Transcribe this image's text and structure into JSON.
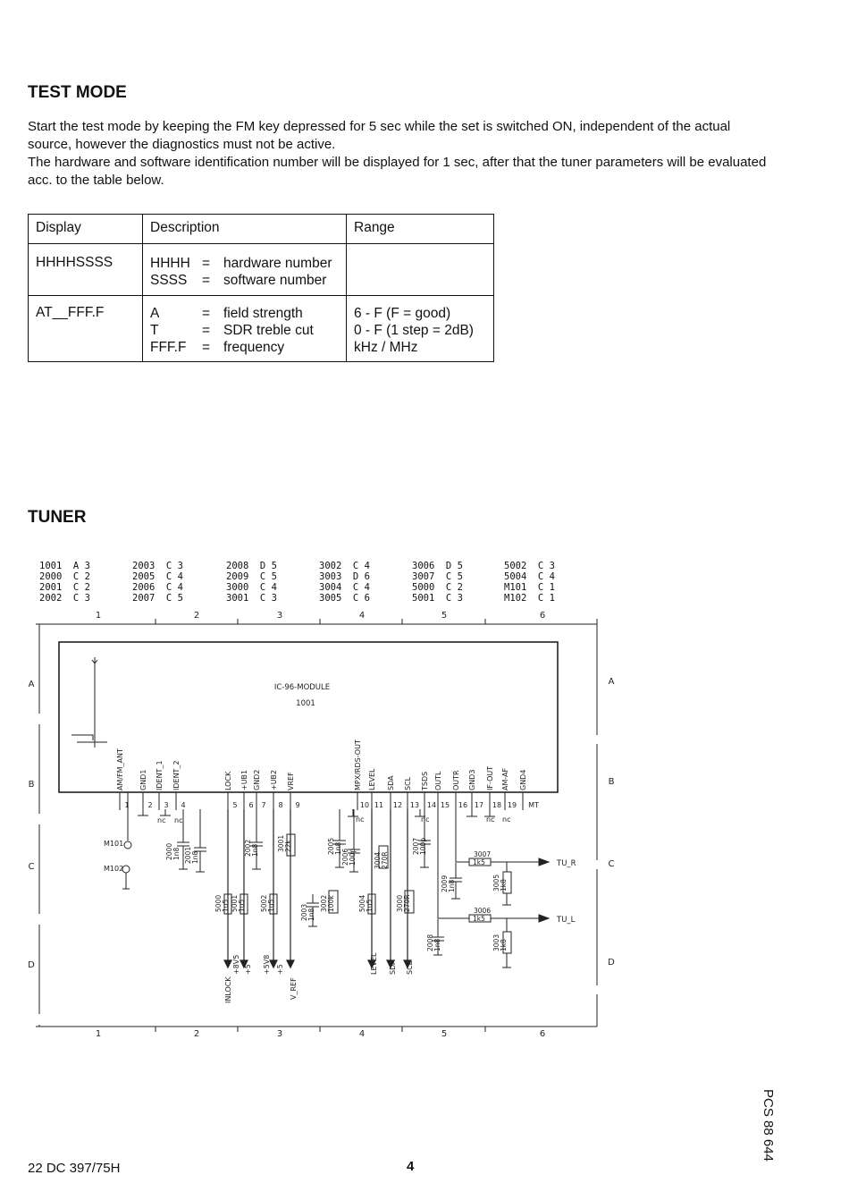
{
  "test_mode": {
    "heading": "TEST MODE",
    "paragraph1": "Start the test mode by keeping the FM key depressed for 5 sec while the set is switched ON, independent of the actual source, however the diagnostics must not be active.",
    "paragraph2": "The hardware and software identification number will be displayed for 1 sec, after that the tuner parameters will be evaluated acc. to the table below."
  },
  "table": {
    "headers": [
      "Display",
      "Description",
      "Range"
    ],
    "rows": [
      {
        "display": "HHHHSSSS",
        "desc": [
          {
            "k": "HHHH",
            "e": "=",
            "v": "hardware number"
          },
          {
            "k": "SSSS",
            "e": "=",
            "v": "software number"
          }
        ],
        "range": []
      },
      {
        "display": "AT__FFF.F",
        "desc": [
          {
            "k": "A",
            "e": "=",
            "v": "field strength"
          },
          {
            "k": "T",
            "e": "=",
            "v": "SDR treble cut"
          },
          {
            "k": "FFF.F",
            "e": "=",
            "v": "frequency"
          }
        ],
        "range": [
          "6 - F (F = good)",
          "0 - F (1 step = 2dB)",
          "kHz / MHz"
        ]
      }
    ]
  },
  "tuner": {
    "heading": "TUNER",
    "refs": [
      [
        "1001  A 3",
        "2000  C 2",
        "2001  C 2",
        "2002  C 3"
      ],
      [
        "2003  C 3",
        "2005  C 4",
        "2006  C 4",
        "2007  C 5"
      ],
      [
        "2008  D 5",
        "2009  C 5",
        "3000  C 4",
        "3001  C 3"
      ],
      [
        "3002  C 4",
        "3003  D 6",
        "3004  C 4",
        "3005  C 6"
      ],
      [
        "3006  D 5",
        "3007  C 5",
        "5000  C 2",
        "5001  C 3"
      ],
      [
        "5002  C 3",
        "5004  C 4",
        "M101  C 1",
        "M102  C 1"
      ]
    ],
    "col_labels": [
      "1",
      "2",
      "3",
      "4",
      "5",
      "6"
    ],
    "row_labels": [
      "A",
      "B",
      "C",
      "D"
    ],
    "module_name": "IC-96-MODULE",
    "module_ref": "1001",
    "pins": [
      "AM/FM_ANT",
      "GND1",
      "IDENT_1",
      "IDENT_2",
      "LOCK",
      "+UB1",
      "GND2",
      "+UB2",
      "VREF",
      "MPX/RDS-OUT",
      "LEVEL",
      "SDA",
      "SCL",
      "TSDS",
      "OUTL",
      "OUTR",
      "GND3",
      "IF-OUT",
      "AM-AF",
      "GND4"
    ],
    "pin_numbers": [
      "1",
      "2",
      "3",
      "4",
      "5",
      "6",
      "7",
      "8",
      "9",
      "10",
      "11",
      "12",
      "13",
      "14",
      "15",
      "16",
      "17",
      "18",
      "19",
      "MT"
    ],
    "nc_label": "nc",
    "mount_labels": [
      "M101",
      "M102"
    ],
    "components": {
      "c2000": [
        "2000",
        "1n8"
      ],
      "c2001": [
        "2001",
        "1n8"
      ],
      "c2002": [
        "2002",
        "1n8"
      ],
      "r3001": [
        "3001",
        "22k"
      ],
      "c2005": [
        "2005",
        "1n8"
      ],
      "c2006": [
        "2006",
        "100p"
      ],
      "r3004": [
        "3004",
        "270R"
      ],
      "c2007": [
        "2007",
        "100p"
      ],
      "r3007": [
        "3007",
        "1k5"
      ],
      "c2009": [
        "2009",
        "1n8"
      ],
      "r3005": [
        "3005",
        "1k8"
      ],
      "r3006": [
        "3006",
        "1k5"
      ],
      "c2008": [
        "2008",
        "1n8"
      ],
      "r3003": [
        "3003",
        "1k8"
      ],
      "c2003": [
        "2003",
        "1n8"
      ],
      "r3002": [
        "3002",
        "100k"
      ],
      "r3000": [
        "3000",
        "270R"
      ],
      "l5000": [
        "5000",
        "1u5"
      ],
      "l5001": [
        "5001",
        "1u5"
      ],
      "l5002": [
        "5002",
        "1u5"
      ],
      "l5004": [
        "5004",
        "1u5"
      ]
    },
    "outputs": [
      "TU_R",
      "TU_L"
    ],
    "bottom_signals": [
      "INLOCK",
      "+8V5",
      "+5",
      "+5V8",
      "+5",
      "V_REF",
      "LEVEL",
      "SDA",
      "SCL"
    ]
  },
  "footer": {
    "left": "22 DC 397/75H",
    "page": "4",
    "side": "PCS 88 644"
  }
}
